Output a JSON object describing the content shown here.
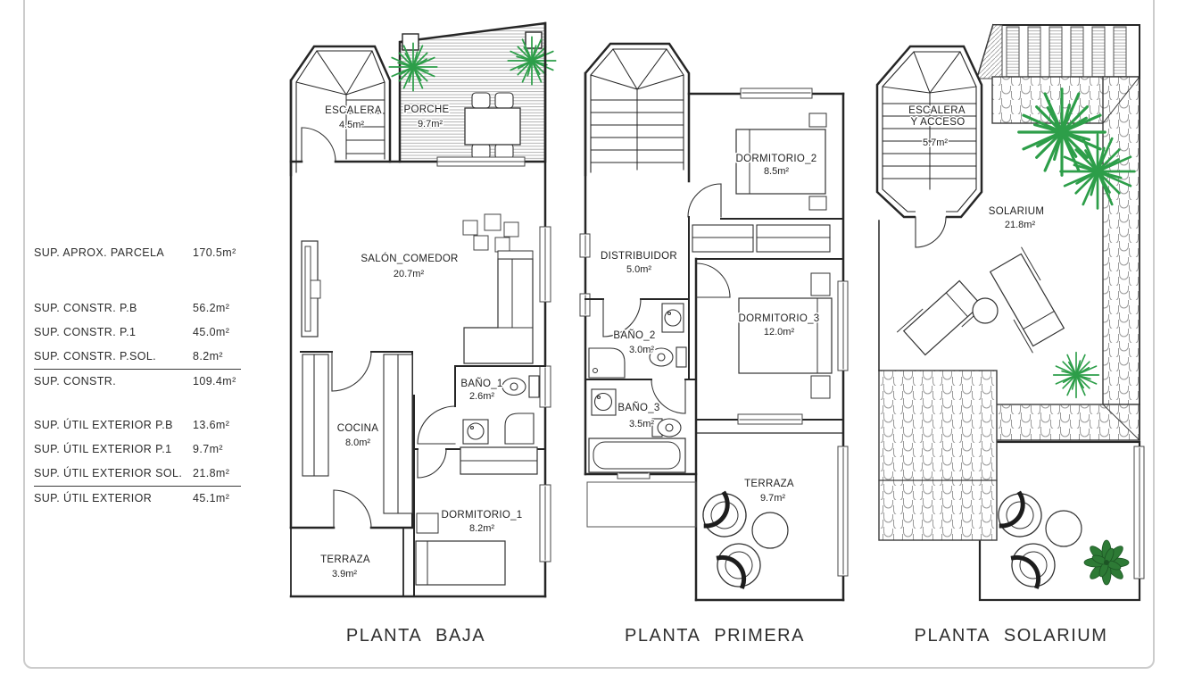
{
  "page": {
    "background": "#ffffff",
    "border_color": "#cccccc"
  },
  "summary": {
    "rows": [
      {
        "label": "SUP. APROX. PARCELA",
        "value": "170.5m²"
      },
      {
        "label": "SUP. CONSTR. P.B",
        "value": "56.2m²"
      },
      {
        "label": "SUP. CONSTR. P.1",
        "value": "45.0m²"
      },
      {
        "label": "SUP. CONSTR. P.SOL.",
        "value": "8.2m²"
      },
      {
        "label": "SUP. CONSTR.",
        "value": "109.4m²"
      },
      {
        "label": "SUP. ÚTIL EXTERIOR P.B",
        "value": "13.6m²"
      },
      {
        "label": "SUP. ÚTIL EXTERIOR P.1",
        "value": "9.7m²"
      },
      {
        "label": "SUP. ÚTIL EXTERIOR SOL.",
        "value": "21.8m²"
      },
      {
        "label": "SUP. ÚTIL EXTERIOR",
        "value": "45.1m²"
      }
    ]
  },
  "plans": {
    "baja": {
      "caption": "PLANTA BAJA",
      "rooms": {
        "escalera": {
          "name": "ESCALERA",
          "area": "4.5m²"
        },
        "porche": {
          "name": "PORCHE",
          "area": "9.7m²"
        },
        "salon": {
          "name": "SALÓN_COMEDOR",
          "area": "20.7m²"
        },
        "cocina": {
          "name": "COCINA",
          "area": "8.0m²"
        },
        "bano1": {
          "name": "BAÑO_1",
          "area": "2.6m²"
        },
        "dormitorio1": {
          "name": "DORMITORIO_1",
          "area": "8.2m²"
        },
        "terraza": {
          "name": "TERRAZA",
          "area": "3.9m²"
        }
      }
    },
    "primera": {
      "caption": "PLANTA PRIMERA",
      "rooms": {
        "dormitorio2": {
          "name": "DORMITORIO_2",
          "area": "8.5m²"
        },
        "distribuidor": {
          "name": "DISTRIBUIDOR",
          "area": "5.0m²"
        },
        "bano2": {
          "name": "BAÑO_2",
          "area": "3.0m²"
        },
        "dormitorio3": {
          "name": "DORMITORIO_3",
          "area": "12.0m²"
        },
        "bano3": {
          "name": "BAÑO_3",
          "area": "3.5m²"
        },
        "terraza": {
          "name": "TERRAZA",
          "area": "9.7m²"
        }
      }
    },
    "solarium": {
      "caption": "PLANTA SOLARIUM",
      "rooms": {
        "escalera": {
          "name": "ESCALERA",
          "name2": "Y ACCESO",
          "area": "5.7m²"
        },
        "solarium": {
          "name": "SOLARIUM",
          "area": "21.8m²"
        }
      }
    }
  },
  "colors": {
    "wall_line": "#262626",
    "hatch_gray": "#ababab",
    "tile_gray": "#9b9b9b",
    "palm_green": "#2d9e49",
    "plant_dark_green": "#2d7a35"
  }
}
